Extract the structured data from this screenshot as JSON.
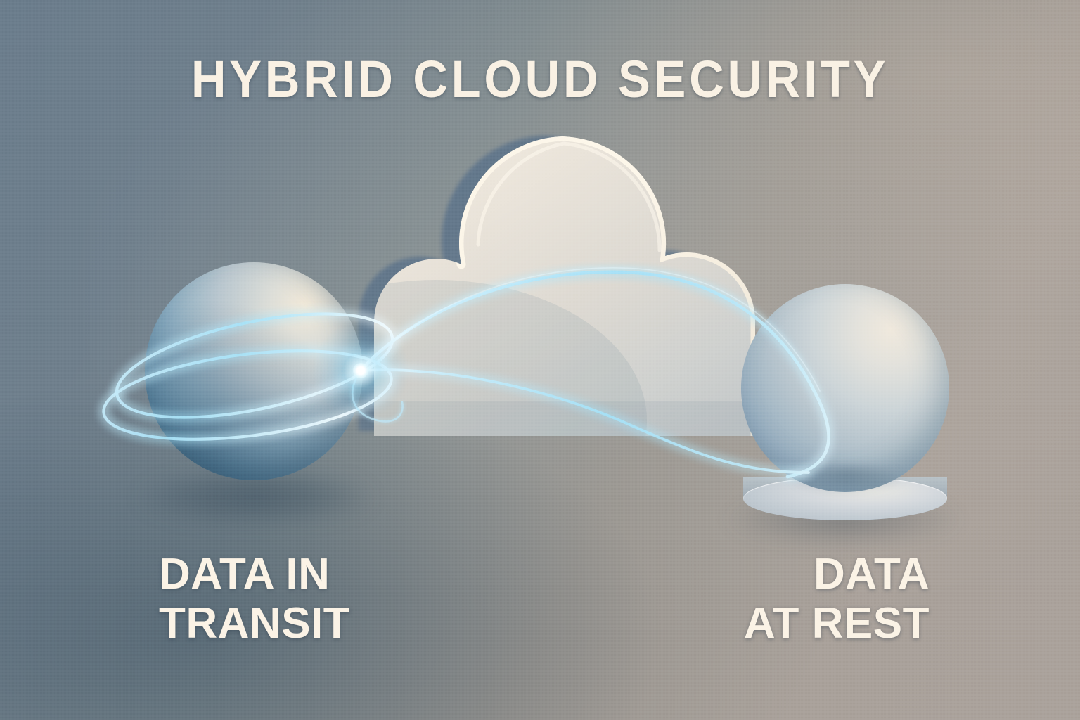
{
  "title": "HYBRID CLOUD SECURITY",
  "labels": {
    "left": {
      "line1": "DATA IN",
      "line2": "TRANSIT"
    },
    "right": {
      "line1": "DATA",
      "line2": "AT REST"
    }
  },
  "icons": {
    "cloud": "cloud-icon",
    "left_sphere": "transit-sphere-icon",
    "right_sphere": "rest-sphere-icon",
    "pedestal": "pedestal-icon",
    "orbit_rings": "orbit-ring-icon",
    "connection_lines": "data-flow-line-icon",
    "node": "glow-node-icon"
  },
  "colors": {
    "background_top_left": "#6c7d8c",
    "background_top_right": "#aaa09a",
    "background_bottom_left": "#4e616f",
    "background_bottom_right": "#9a9894",
    "text_cream": "#f9f1e4",
    "cloud_fill": "#ded8cf",
    "cloud_highlight": "#fdf6e8",
    "cloud_shadow": "#5d7387",
    "glow_cyan": "#9fe2f7",
    "glow_core": "#ffffff",
    "sphere_left_light": "#f3ead9",
    "sphere_left_dark": "#3f6a85",
    "sphere_right_light": "#f0e9dd",
    "sphere_right_dark": "#7c95aa",
    "pedestal_top": "#d6dade",
    "pedestal_side": "#9fabb4"
  }
}
